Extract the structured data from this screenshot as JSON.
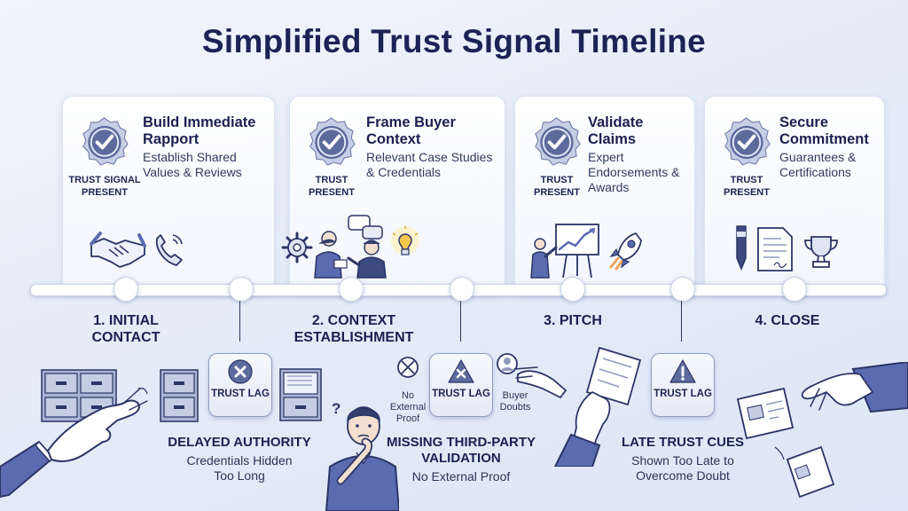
{
  "title": "Simplified Trust Signal Timeline",
  "colors": {
    "navy": "#1b2356",
    "badge": "#5d6a9c",
    "card_bg": "#ffffff",
    "accent_blue": "#5b6bb0"
  },
  "phases": [
    {
      "title": "Build Immediate Rapport",
      "description": "Establish Shared Values & Reviews",
      "badge_label": "TRUST SIGNAL PRESENT",
      "icons": [
        "handshake-icon",
        "phone-icon"
      ]
    },
    {
      "title": "Frame Buyer Context",
      "description": "Relevant Case Studies & Credentials",
      "badge_label": "TRUST PRESENT",
      "icons": [
        "gear-icon",
        "people-talking-icon",
        "lightbulb-icon"
      ]
    },
    {
      "title": "Validate Claims",
      "description": "Expert Endorsements & Awards",
      "badge_label": "TRUST PRESENT",
      "icons": [
        "presenter-icon",
        "rocket-icon"
      ]
    },
    {
      "title": "Secure Commitment",
      "description": "Guarantees & Certifications",
      "badge_label": "TRUST PRESENT",
      "icons": [
        "pen-icon",
        "document-icon",
        "trophy-icon"
      ]
    }
  ],
  "stages": [
    "1. INITIAL CONTACT",
    "2. CONTEXT ESTABLISHMENT",
    "3. PITCH",
    "4. CLOSE"
  ],
  "gaps": [
    {
      "badge": "TRUST LAG",
      "icon": "x-circle-icon",
      "title": "DELAYED AUTHORITY",
      "description": "Credentials Hidden Too Long"
    },
    {
      "badge": "TRUST LAG",
      "icon": "x-triangle-icon",
      "title": "MISSING THIRD-PARTY VALIDATION",
      "description": "No External Proof",
      "side_left": "No External Proof",
      "side_right": "Buyer Doubts"
    },
    {
      "badge": "TRUST LAG",
      "icon": "warning-icon",
      "title": "LATE TRUST CUES",
      "description": "Shown Too Late to Overcome Doubt"
    }
  ]
}
